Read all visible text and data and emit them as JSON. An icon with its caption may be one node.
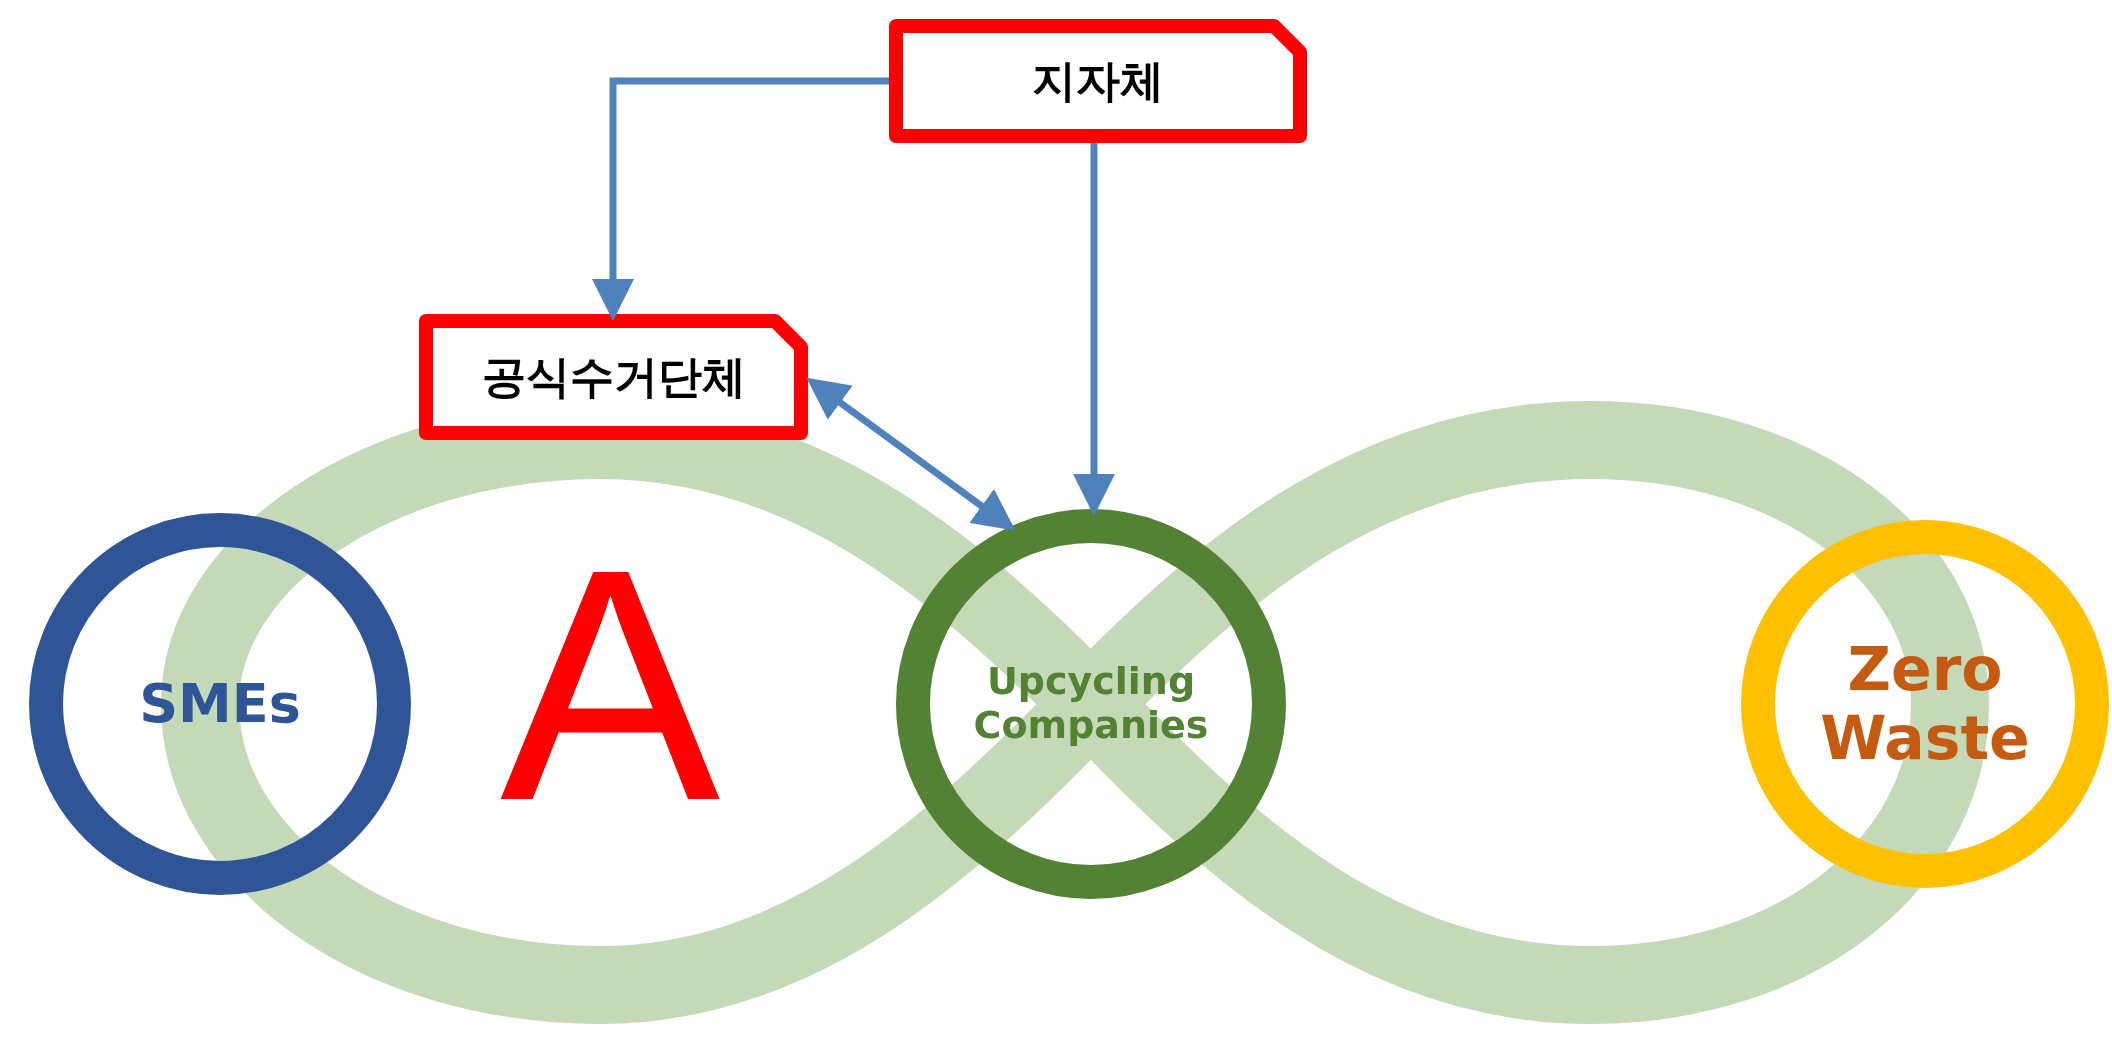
{
  "diagram": {
    "nodes": [
      {
        "text": [
          "지자체"
        ]
      },
      {
        "text": [
          "공식수거단체"
        ]
      },
      {
        "text": [
          "SMEs"
        ]
      },
      {
        "text": [
          "Upcycling Companies"
        ]
      },
      {
        "text": [
          "Zero Waste"
        ]
      }
    ],
    "edges": [
      {
        "from": 0,
        "to": 1,
        "arrow": "to"
      },
      {
        "from": 0,
        "to": 3,
        "arrow": "to"
      },
      {
        "from": 1,
        "to": 3,
        "arrow": "both"
      }
    ],
    "labels": [
      "A"
    ]
  }
}
